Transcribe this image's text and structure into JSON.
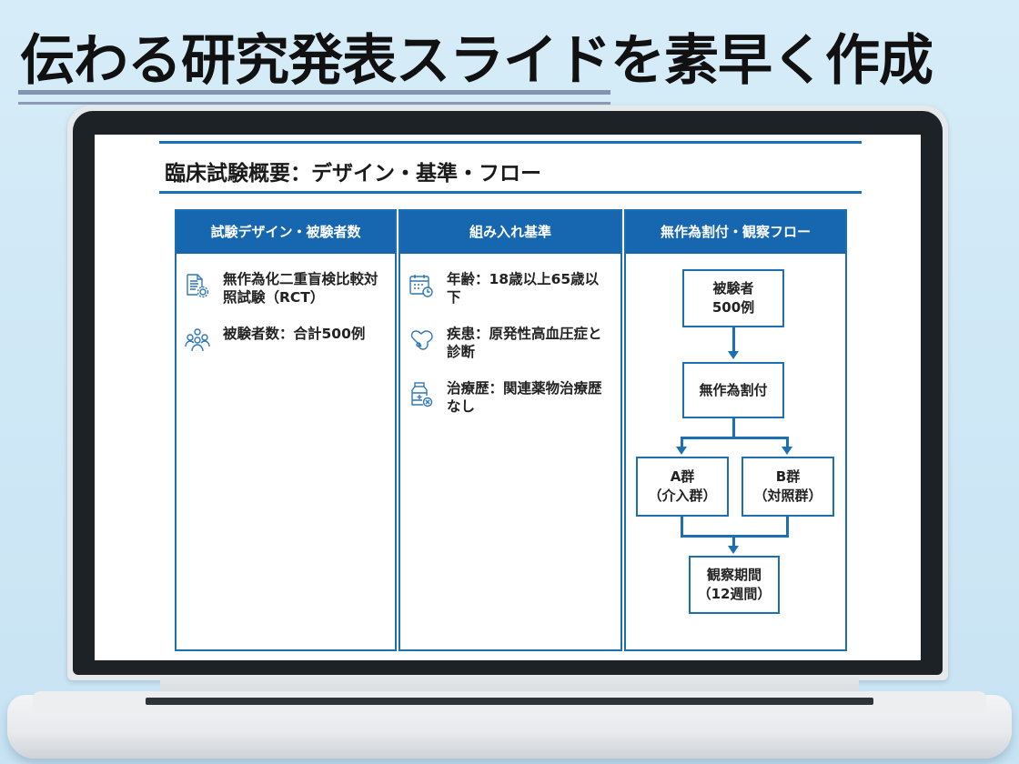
{
  "headline": {
    "underlined": "伝わる研究発表スライド",
    "rest": "を素早く作成"
  },
  "slide": {
    "title": "臨床試験概要：デザイン・基準・フロー",
    "columns": [
      {
        "header": "試験デザイン・被験者数",
        "items": [
          {
            "icon": "document-gear-icon",
            "text": "無作為化二重盲検比較対照試験（RCT）"
          },
          {
            "icon": "people-group-icon",
            "text": "被験者数：合計500例"
          }
        ]
      },
      {
        "header": "組み入れ基準",
        "items": [
          {
            "icon": "calendar-clock-icon",
            "text": "年齢：18歳以上65歳以下"
          },
          {
            "icon": "stethoscope-heart-icon",
            "text": "疾患：原発性高血圧症と診断"
          },
          {
            "icon": "medicine-bottle-x-icon",
            "text": "治療歴：関連薬物治療歴なし"
          }
        ]
      },
      {
        "header": "無作為割付・観察フロー",
        "flow": {
          "subjects": [
            "被験者",
            "500例"
          ],
          "randomization": "無作為割付",
          "group_a": [
            "A群",
            "（介入群）"
          ],
          "group_b": [
            "B群",
            "（対照群）"
          ],
          "observation": [
            "観察期間",
            "（12週間）"
          ]
        }
      }
    ]
  },
  "colors": {
    "accent": "#1767b0",
    "border": "#1b6fb5",
    "icon": "#2f77b6",
    "background": "#d6ecf8"
  }
}
